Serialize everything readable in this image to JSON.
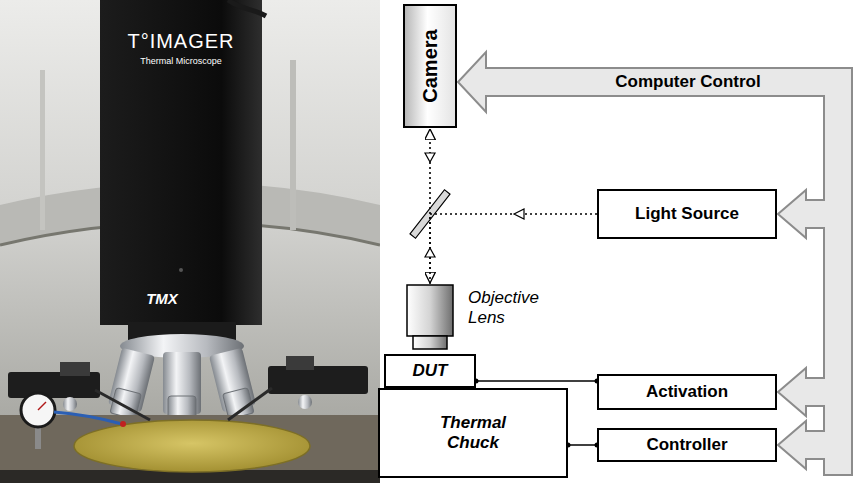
{
  "diagram": {
    "nodes": [
      {
        "text": [
          "Camera"
        ]
      },
      {
        "text": [
          "Computer Control"
        ]
      },
      {
        "text": [
          "Light Source"
        ]
      },
      {
        "text": [
          "Objective Lens"
        ]
      },
      {
        "text": [
          "DUT"
        ]
      },
      {
        "text": [
          "Activation"
        ]
      },
      {
        "text": [
          "Thermal Chuck"
        ]
      },
      {
        "text": [
          "Controller"
        ]
      }
    ],
    "edges": [
      {
        "from": 1,
        "to": 0,
        "arrow": "to"
      },
      {
        "from": 1,
        "to": 2,
        "arrow": "to"
      },
      {
        "from": 1,
        "to": 5,
        "arrow": "to"
      },
      {
        "from": 1,
        "to": 7,
        "arrow": "to"
      },
      {
        "from": 2,
        "to": 3,
        "arrow": "to"
      },
      {
        "from": 3,
        "to": 0,
        "arrow": "to"
      },
      {
        "from": 4,
        "to": 5,
        "arrow": "none"
      },
      {
        "from": 6,
        "to": 7,
        "arrow": "none"
      }
    ],
    "labels": [
      "T°IMAGER",
      "Thermal Microscope",
      "TMX"
    ]
  }
}
